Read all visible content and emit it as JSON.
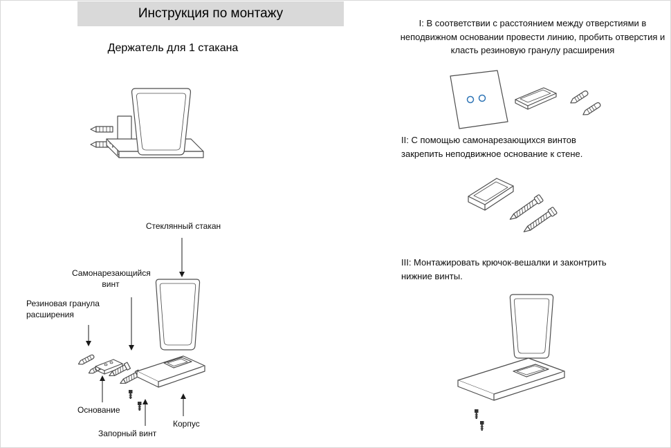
{
  "colors": {
    "header_bg": "#d9d9d9",
    "line_art": "#4d4d4d",
    "accent_blue": "#2e74b5"
  },
  "page": {
    "header_title": "Инструкция по монтажу",
    "subtitle": "Держатель для 1 стакана"
  },
  "exploded_labels": {
    "glass": "Стеклянный стакан",
    "screw": "Самонарезающийся винт",
    "rubber": "Резиновая гранула расширения",
    "base": "Основание",
    "lock_screw": "Запорный винт",
    "body": "Корпус"
  },
  "steps": [
    {
      "text": "I: В соответствии с расстоянием между отверстиями в неподвижном основании провести линию, пробить отверстия и класть резиновую гранулу расширения"
    },
    {
      "text": "II: С помощью самонарезающихся винтов закрепить неподвижное основание к стене."
    },
    {
      "text": "III: Монтажировать крючок-вешалки и законтрить нижние винты."
    }
  ]
}
